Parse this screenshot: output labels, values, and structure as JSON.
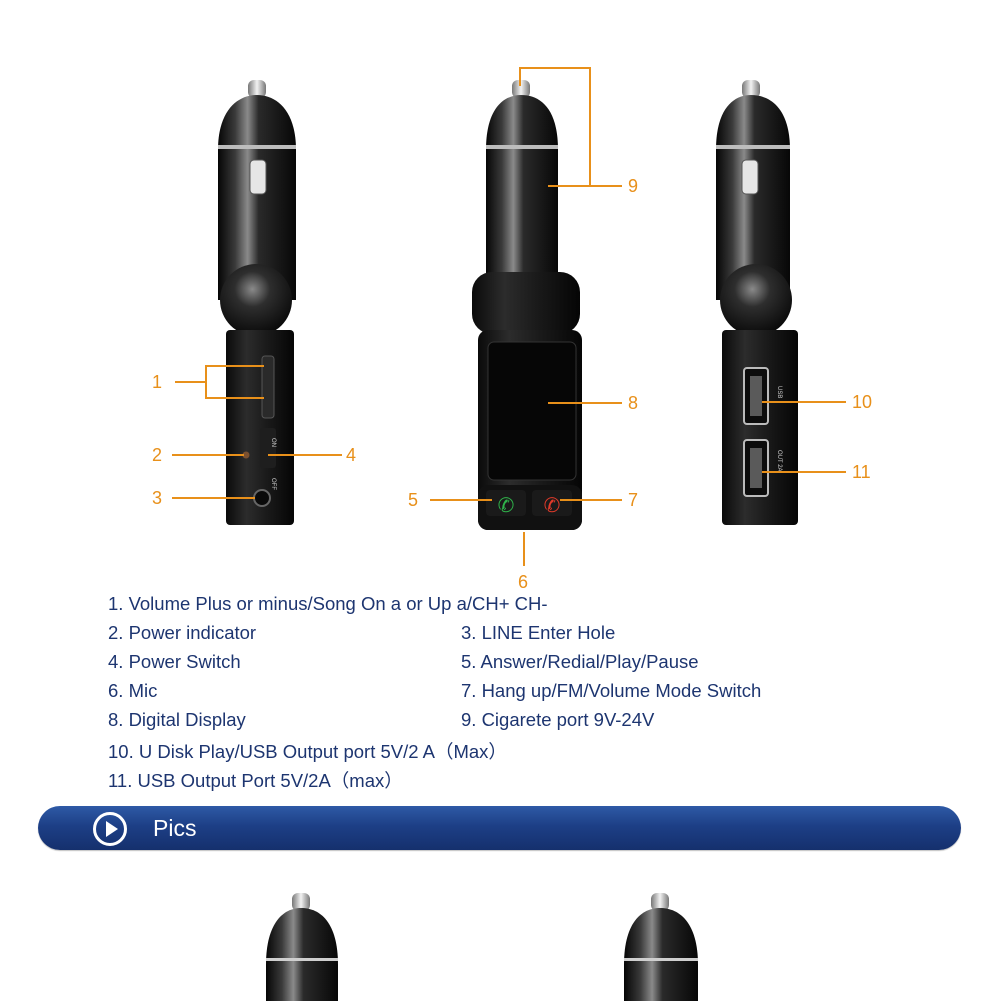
{
  "callouts": {
    "c1": "1",
    "c2": "2",
    "c3": "3",
    "c4": "4",
    "c5": "5",
    "c6": "6",
    "c7": "7",
    "c8": "8",
    "c9": "9",
    "c10": "10",
    "c11": "11"
  },
  "device_labels": {
    "on": "ON",
    "off": "OFF",
    "usb": "USB",
    "out": "OUT 2A"
  },
  "specs": {
    "s1": "1. Volume Plus or minus/Song On a or Up a/CH+ CH-",
    "s2": "2. Power indicator",
    "s3": "3. LINE Enter Hole",
    "s4": "4. Power Switch",
    "s5": "5. Answer/Redial/Play/Pause",
    "s6": "6. Mic",
    "s7": "7. Hang up/FM/Volume Mode Switch",
    "s8": "8. Digital Display",
    "s9": "9. Cigarete port 9V-24V",
    "s10": "10. U Disk Play/USB Output port 5V/2 A（Max）",
    "s11": "11. USB Output Port 5V/2A（max）"
  },
  "section": {
    "title": "Pics",
    "icon": "play-circle-icon"
  },
  "colors": {
    "callout": "#e8901a",
    "spec_text": "#1d3570",
    "section_bar": "#1d3f86",
    "device_body": "#141414",
    "answer_button": "#2fb34a",
    "hangup_button": "#e03a2a"
  }
}
